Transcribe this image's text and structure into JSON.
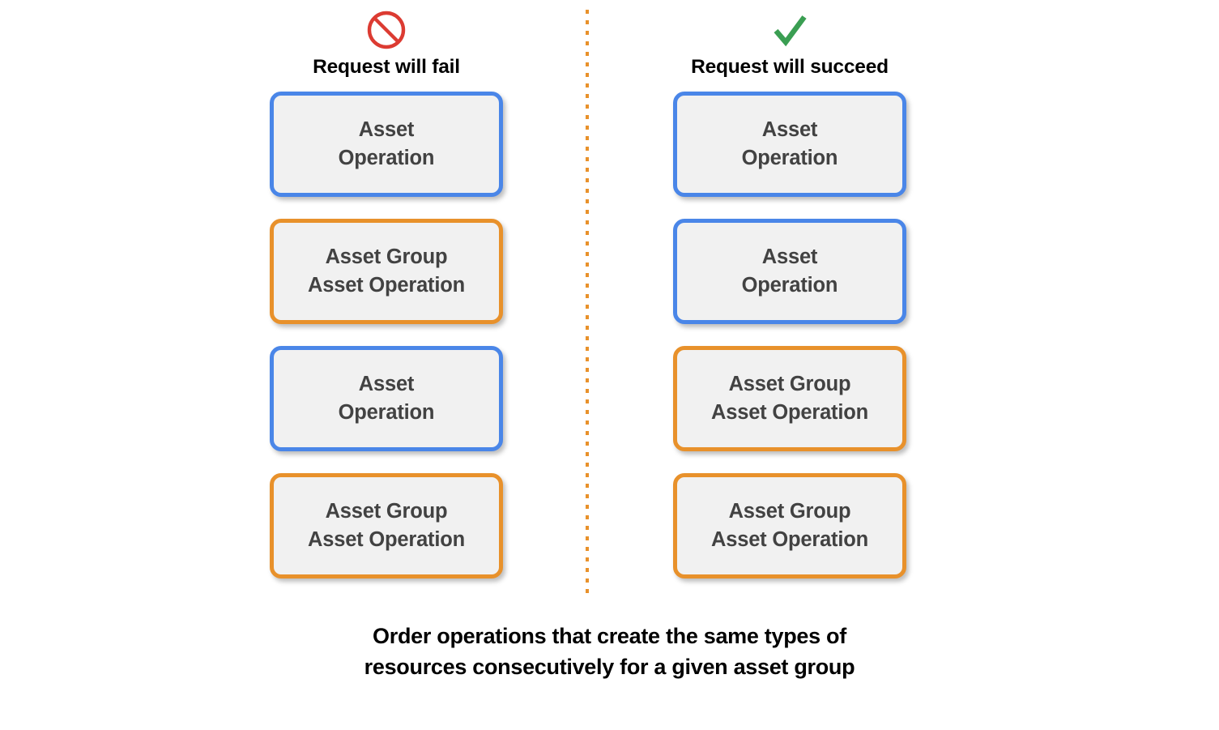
{
  "colors": {
    "accent_blue": "#4a86e8",
    "accent_orange": "#e8912b",
    "fail_red": "#dc3b32",
    "success_green": "#3a9e52",
    "box_fill": "#f1f1f1",
    "box_text": "#424242",
    "divider": "#e8912b"
  },
  "columns": [
    {
      "id": "fail",
      "icon_name": "prohibited-icon",
      "header_label": "Request will fail",
      "boxes": [
        {
          "label": "Asset\nOperation",
          "accent": "blue"
        },
        {
          "label": "Asset Group\nAsset Operation",
          "accent": "orange"
        },
        {
          "label": "Asset\nOperation",
          "accent": "blue"
        },
        {
          "label": "Asset Group\nAsset Operation",
          "accent": "orange"
        }
      ]
    },
    {
      "id": "succeed",
      "icon_name": "checkmark-icon",
      "header_label": "Request will succeed",
      "boxes": [
        {
          "label": "Asset\nOperation",
          "accent": "blue"
        },
        {
          "label": "Asset\nOperation",
          "accent": "blue"
        },
        {
          "label": "Asset Group\nAsset Operation",
          "accent": "orange"
        },
        {
          "label": "Asset Group\nAsset Operation",
          "accent": "orange"
        }
      ]
    }
  ],
  "caption": "Order operations that create the same types of\nresources consecutively for a given asset group"
}
